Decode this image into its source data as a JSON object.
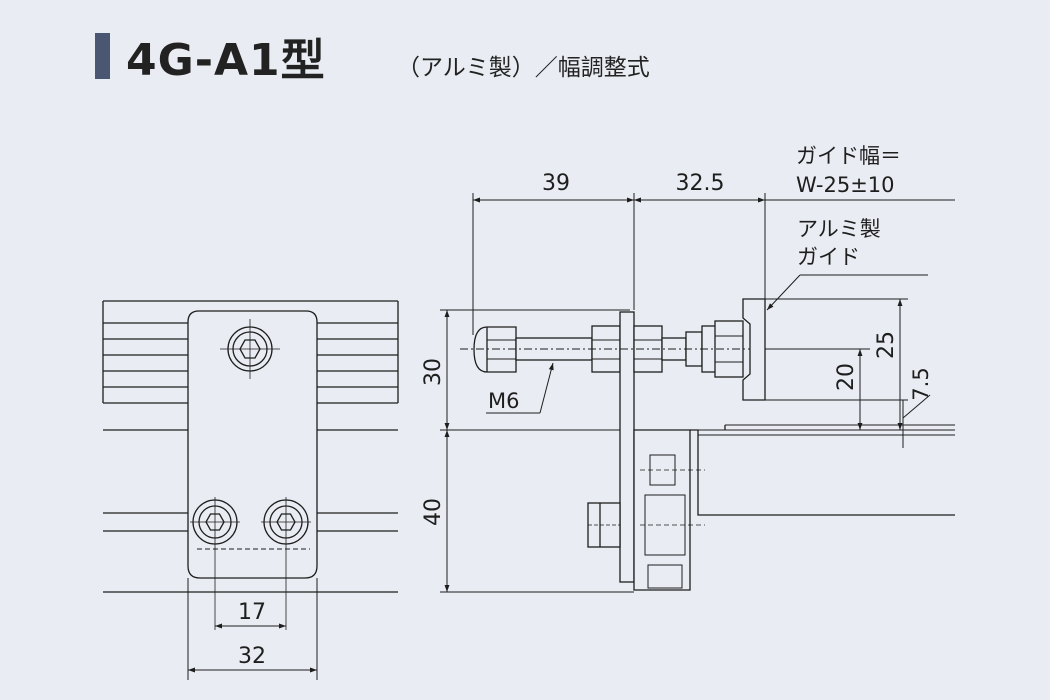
{
  "header": {
    "model": "4G-A1型",
    "subtitle": "（アルミ製）／幅調整式"
  },
  "dimensions": {
    "top_left": "39",
    "top_right": "32.5",
    "bolt_pitch": "17",
    "bracket_width": "32",
    "upper_height": "30",
    "lower_height": "40",
    "guide_height_25": "25",
    "guide_height_20": "20",
    "guide_offset": "7.5"
  },
  "callouts": {
    "guide_width_line1": "ガイド幅＝",
    "guide_width_line2": "W-25±10",
    "material_line1": "アルミ製",
    "material_line2": "ガイド",
    "bolt": "M6"
  },
  "colors": {
    "background": "#e9ecf2",
    "title_bar": "#4a5672",
    "line": "#1e1e1e"
  }
}
